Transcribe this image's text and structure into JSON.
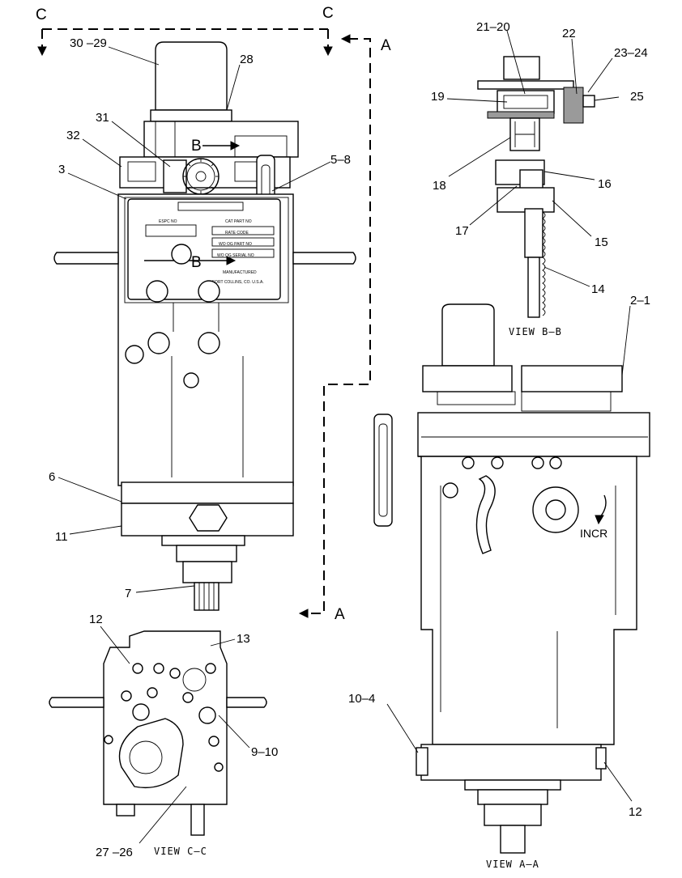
{
  "section_markers": {
    "a": "A",
    "b": "B",
    "c": "C"
  },
  "view_labels": {
    "view_aa": "VIEW A–A",
    "view_bb": "VIEW B–B",
    "view_cc": "VIEW C–C"
  },
  "dial_text": "INCR",
  "callouts": {
    "c30_29": "30 –29",
    "c28": "28",
    "c31": "31",
    "c32": "32",
    "c3": "3",
    "c5_8": "5–8",
    "c6": "6",
    "c11": "11",
    "c7": "7",
    "c21_20": "21–20",
    "c22": "22",
    "c23_24": "23–24",
    "c19": "19",
    "c25": "25",
    "c18": "18",
    "c16": "16",
    "c17": "17",
    "c15": "15",
    "c14": "14",
    "c2_1": "2–1",
    "c12a": "12",
    "c13": "13",
    "c9_10": "9–10",
    "c27_26": "27 –26",
    "c10_4": "10–4",
    "c12b": "12"
  },
  "nameplate": {
    "l1": "ESPC NO",
    "l2": "CAT PART NO",
    "l3": "RATE CODE",
    "l4": "WO OG PART NO",
    "l5": "WO OG SERIAL NO",
    "l6": "MANUFACTURED",
    "l7": "FORT COLLINS, CO. U.S.A."
  }
}
